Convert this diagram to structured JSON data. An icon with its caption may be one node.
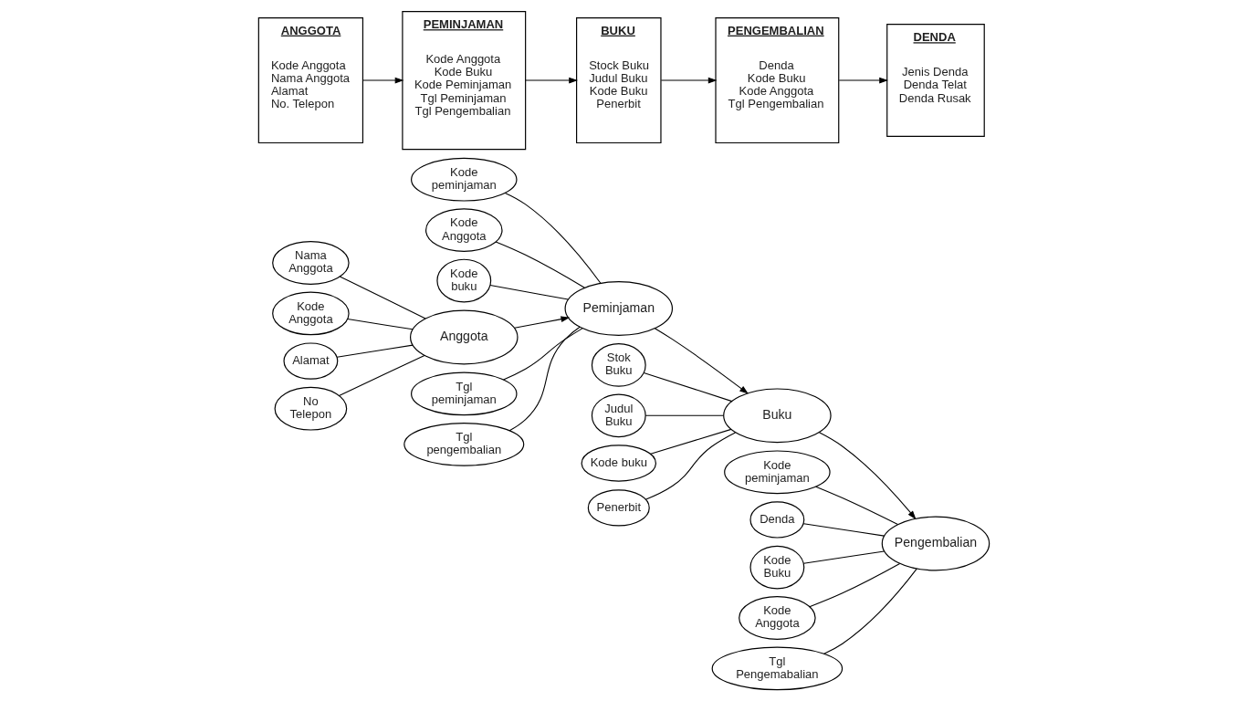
{
  "diagram": {
    "nodes": [
      {
        "text": [
          "Kode peminjaman"
        ]
      },
      {
        "text": [
          "Nama Anggota"
        ]
      },
      {
        "text": [
          "Kode Anggota"
        ]
      },
      {
        "text": [
          "Stok Buku"
        ]
      },
      {
        "text": [
          "Judul Buku"
        ]
      },
      {
        "text": [
          "Kode Anggota"
        ]
      },
      {
        "text": [
          "Kode buku"
        ]
      },
      {
        "text": [
          "Buku"
        ]
      },
      {
        "text": [
          "Peminjaman"
        ]
      },
      {
        "text": [
          "Anggota"
        ]
      },
      {
        "text": [
          "Tgl peminjaman"
        ]
      },
      {
        "text": [
          "Kode buku"
        ]
      },
      {
        "text": [
          "Alamat"
        ]
      },
      {
        "text": [
          "Tgl pengembalian"
        ]
      },
      {
        "text": [
          "Penerbit"
        ]
      },
      {
        "text": [
          "No Telepon"
        ]
      },
      {
        "text": [
          "Kode peminjaman"
        ]
      },
      {
        "text": [
          "Pengembalian"
        ]
      },
      {
        "text": [
          "Denda"
        ]
      },
      {
        "text": [
          "Kode Buku"
        ]
      },
      {
        "text": [
          "Kode Anggota"
        ]
      },
      {
        "text": [
          "Tgl Pengemabalian"
        ]
      },
      {
        "text": [
          "ANGGOTA",
          "Kode Anggota",
          "Nama Anggota",
          "Alamat",
          "No. Telepon"
        ]
      },
      {
        "text": [
          "BUKU",
          "Stock Buku",
          "Judul Buku",
          "Kode Buku",
          "Penerbit"
        ]
      },
      {
        "text": [
          "PEMINJAMAN",
          "Kode Anggota",
          "Kode Buku",
          "Kode Peminjaman",
          "Tgl Peminjaman",
          "Tgl Pengembalian"
        ]
      },
      {
        "text": [
          "PENGEMBALIAN",
          "Denda",
          "Kode Buku",
          "Kode Anggota",
          "Tgl Pengembalian"
        ]
      },
      {
        "text": [
          "DENDA",
          "Jenis Denda",
          "Denda Telat",
          "Denda Rusak"
        ]
      }
    ],
    "edges": [
      {
        "from": 3,
        "to": 7,
        "arrow": "none"
      },
      {
        "from": 4,
        "to": 7,
        "arrow": "none"
      },
      {
        "from": 11,
        "to": 7,
        "arrow": "none"
      },
      {
        "from": 14,
        "to": 7,
        "arrow": "none"
      },
      {
        "from": 5,
        "to": 8,
        "arrow": "none"
      },
      {
        "from": 0,
        "to": 8,
        "arrow": "none"
      },
      {
        "from": 6,
        "to": 8,
        "arrow": "none"
      },
      {
        "from": 10,
        "to": 8,
        "arrow": "none"
      },
      {
        "from": 13,
        "to": 8,
        "arrow": "none"
      },
      {
        "from": 1,
        "to": 9,
        "arrow": "none"
      },
      {
        "from": 2,
        "to": 9,
        "arrow": "none"
      },
      {
        "from": 12,
        "to": 9,
        "arrow": "none"
      },
      {
        "from": 15,
        "to": 9,
        "arrow": "none"
      },
      {
        "from": 9,
        "to": 8,
        "arrow": "to"
      },
      {
        "from": 8,
        "to": 7,
        "arrow": "to"
      },
      {
        "from": 7,
        "to": 17,
        "arrow": "to"
      },
      {
        "from": 16,
        "to": 17,
        "arrow": "none"
      },
      {
        "from": 18,
        "to": 17,
        "arrow": "none"
      },
      {
        "from": 19,
        "to": 17,
        "arrow": "none"
      },
      {
        "from": 20,
        "to": 17,
        "arrow": "none"
      },
      {
        "from": 21,
        "to": 17,
        "arrow": "none"
      },
      {
        "from": 22,
        "to": 24,
        "arrow": "to"
      },
      {
        "from": 24,
        "to": 23,
        "arrow": "to"
      },
      {
        "from": 23,
        "to": 25,
        "arrow": "to"
      },
      {
        "from": 25,
        "to": 26,
        "arrow": "to"
      }
    ]
  }
}
